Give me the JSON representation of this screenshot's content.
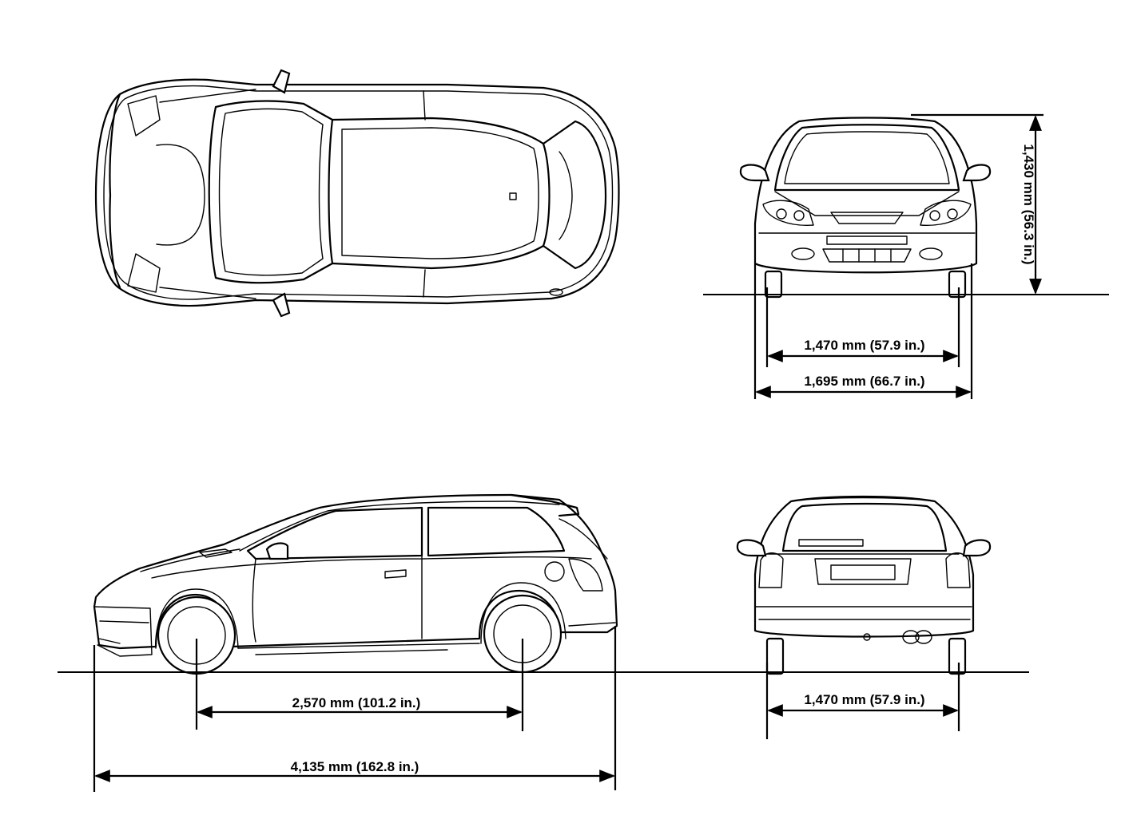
{
  "dimensions": {
    "front_track": "1,470 mm (57.9 in.)",
    "overall_width": "1,695 mm (66.7 in.)",
    "overall_height": "1,430 mm (56.3 in.)",
    "wheelbase": "2,570 mm (101.2 in.)",
    "overall_length": "4,135 mm (162.8 in.)",
    "rear_track": "1,470 mm (57.9 in.)"
  },
  "colors": {
    "line": "#000000",
    "background": "#ffffff"
  }
}
